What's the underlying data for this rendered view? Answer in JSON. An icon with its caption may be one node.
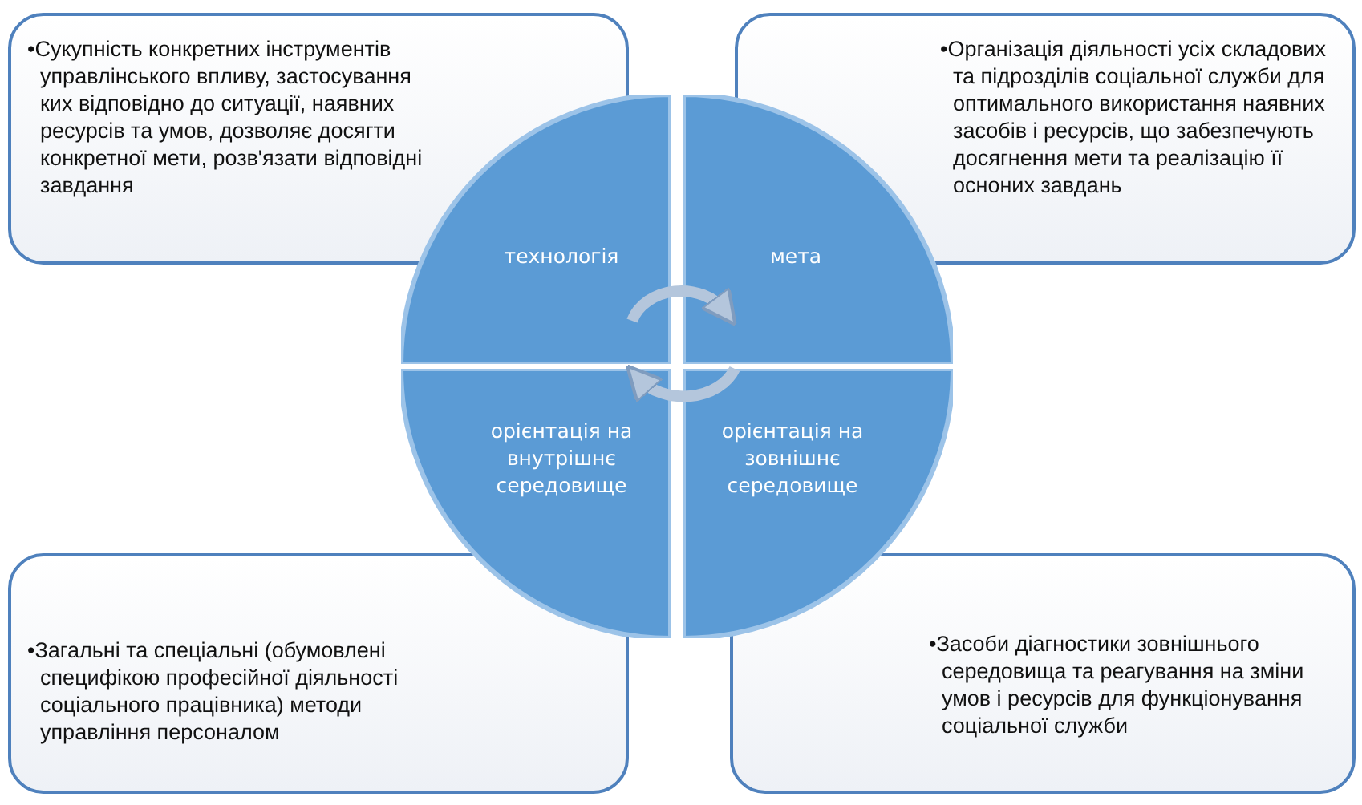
{
  "diagram": {
    "nodes": [
      {
        "text": [
          "•Сукупність конкретних інструментів управлінського впливу, застосування ких відповідно до ситуації, наявних ресурсів та умов, дозволяє досягти конкретної мети, розв'язати відповідні завдання"
        ]
      },
      {
        "text": [
          "•Організація діяльності усіх складових та підрозділів соціальної служби для оптимального використання наявних засобів і ресурсів, що забезпечують досягнення мети та реалізацію її осноних завдань"
        ]
      },
      {
        "text": [
          "•Загальні та спеціальні (обумовлені специфікою професійної діяльності соціального працівника) методи управління персоналом"
        ]
      },
      {
        "text": [
          "•Засоби діагностики зовнішнього середовища та реагування на зміни умов і ресурсів для функціонування соціальної служби"
        ]
      },
      {
        "text": [
          "технологія"
        ]
      },
      {
        "text": [
          "мета"
        ]
      },
      {
        "text": [
          "орієнтація на внутрішнє середовище"
        ]
      },
      {
        "text": [
          "орієнтація на зовнішнє середовище"
        ]
      }
    ],
    "edges": [
      {
        "from": 4,
        "to": 5,
        "arrow": "to"
      },
      {
        "from": 7,
        "to": 6,
        "arrow": "to"
      }
    ]
  }
}
